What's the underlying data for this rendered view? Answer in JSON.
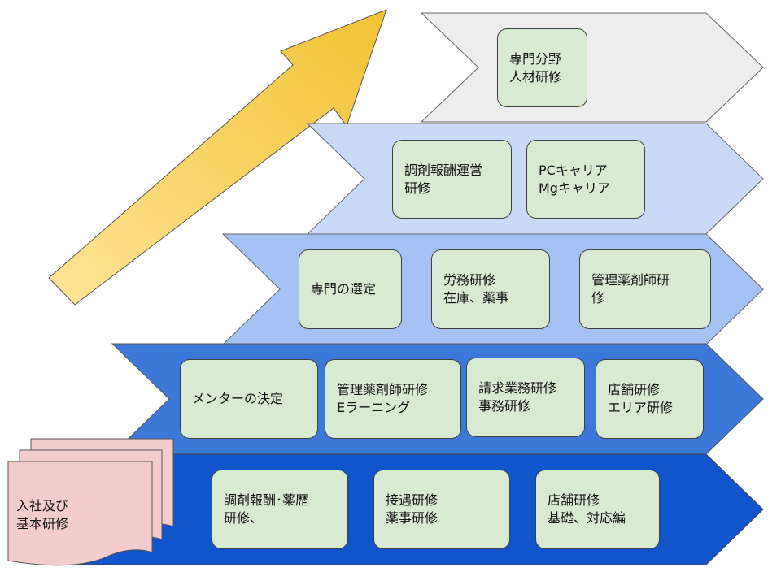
{
  "colors": {
    "tier5": "#ededed",
    "tier4": "#c9daf8",
    "tier3": "#a4c2f4",
    "tier2": "#3c78d8",
    "tier1": "#1155cc",
    "box": "#d9ead3",
    "doc": "#f4cccc",
    "arrow_start": "#ffe599",
    "arrow_end": "#f1c232"
  },
  "icons": {
    "growth_arrow": "arrow-up-right-icon",
    "documents": "stacked-documents-icon"
  },
  "documents": {
    "line1": "入社及び",
    "line2": "基本研修"
  },
  "tiers": {
    "t5": {
      "boxes": [
        {
          "line1": "専門分野",
          "line2": "人材研修"
        }
      ]
    },
    "t4": {
      "boxes": [
        {
          "line1": "調剤報酬運営",
          "line2": "研修"
        },
        {
          "line1": "PCキャリア",
          "line2": "Mgキャリア"
        }
      ]
    },
    "t3": {
      "boxes": [
        {
          "line1": "専門の選定"
        },
        {
          "line1": "労務研修",
          "line2": "在庫、薬事"
        },
        {
          "line1": "管理薬剤師研",
          "line2": "修"
        }
      ]
    },
    "t2": {
      "boxes": [
        {
          "line1": "メンターの決定"
        },
        {
          "line1": "管理薬剤師研修",
          "line2": "Eラーニング"
        },
        {
          "line1": "請求業務研修",
          "line2": "事務研修"
        },
        {
          "line1": "店舗研修",
          "line2": "エリア研修"
        }
      ]
    },
    "t1": {
      "boxes": [
        {
          "line1": "調剤報酬･薬歴",
          "line2": "研修、"
        },
        {
          "line1": "接遇研修",
          "line2": "薬事研修"
        },
        {
          "line1": "店舗研修",
          "line2": "基礎、対応編"
        }
      ]
    }
  }
}
